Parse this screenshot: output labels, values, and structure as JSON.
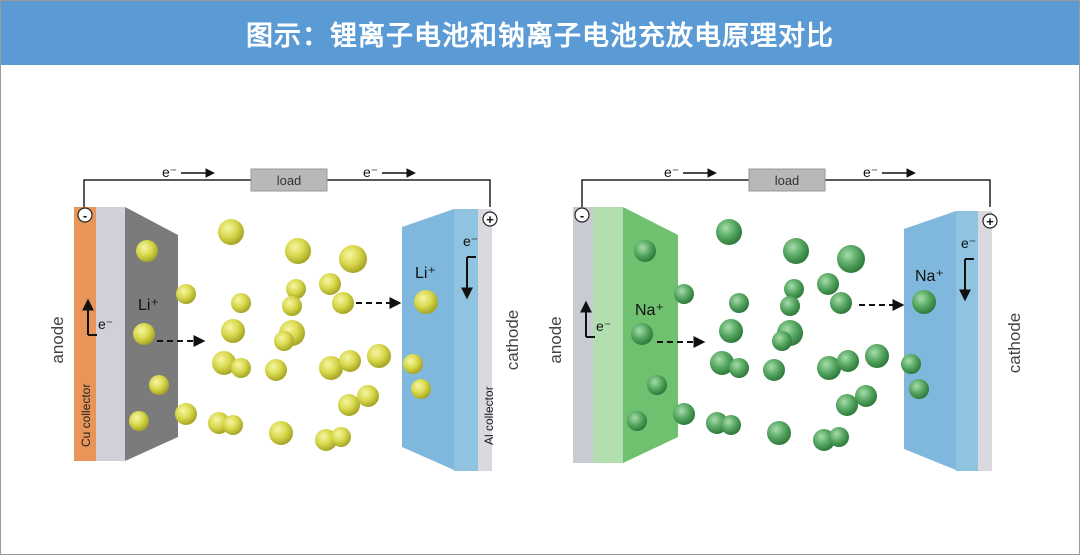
{
  "title": "图示：锂离子电池和钠离子电池充放电原理对比",
  "colors": {
    "header": "#5b9bd5",
    "cu_collector": "#e8955a",
    "al_collector": "#d9d9df",
    "li_anode": "#7b7b7b",
    "li_ion": "#d6d64a",
    "na_anode": "#6fc06f",
    "na_ion": "#4e9c57",
    "cathode": "#7fb8dc"
  },
  "diagrams": [
    {
      "load": "load",
      "electron_top_left": "e⁻",
      "electron_top_right": "e⁻",
      "minus": "-",
      "plus": "+",
      "anode": "anode",
      "cathode": "cathode",
      "anode_electron": "e⁻",
      "cathode_electron": "e⁻",
      "ion_left": "Li⁺",
      "ion_right": "Li⁺",
      "cu_collector": "Cu collector",
      "al_collector": "Al collector"
    },
    {
      "load": "load",
      "electron_top_left": "e⁻",
      "electron_top_right": "e⁻",
      "minus": "-",
      "plus": "+",
      "anode": "anode",
      "cathode": "cathode",
      "anode_electron": "e⁻",
      "cathode_electron": "e⁻",
      "ion_left": "Na⁺",
      "ion_right": "Na⁺"
    }
  ]
}
